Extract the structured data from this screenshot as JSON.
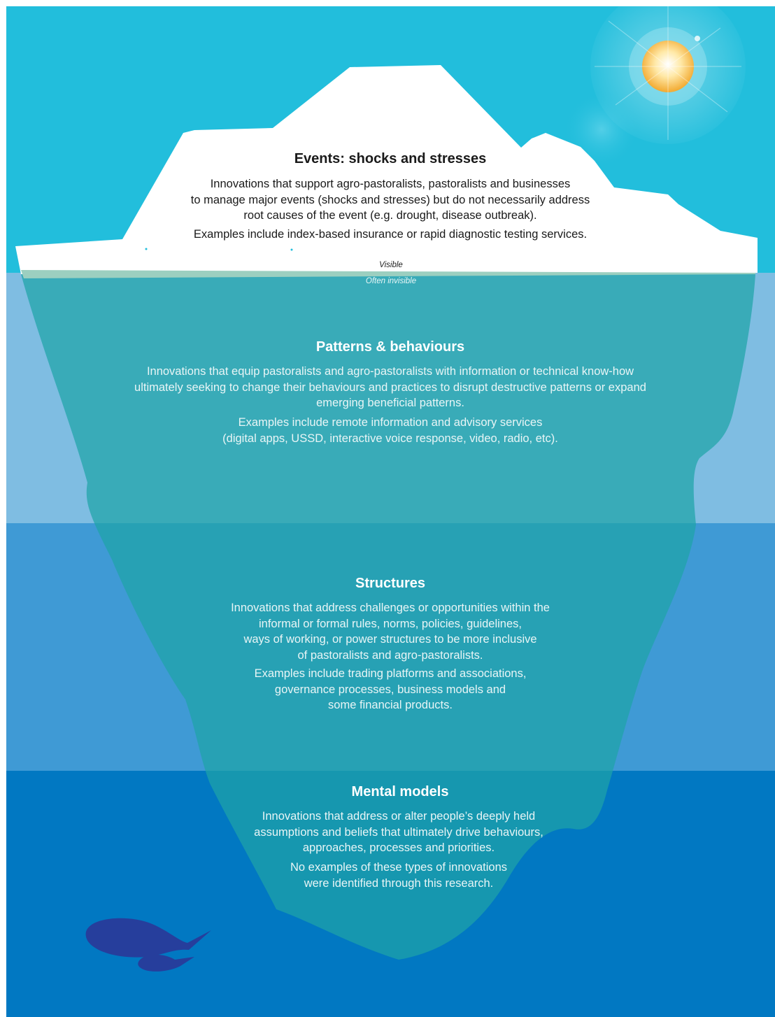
{
  "colors": {
    "sky": "#22bedc",
    "layer_patterns": "#7fbde2",
    "layer_structures": "#3f9ad5",
    "layer_mental": "#0178c2",
    "iceberg_above": "#ffffff",
    "iceberg_below": "#1fa0a6",
    "sun": "#f4b33b",
    "fish": "#263e9c"
  },
  "waterline": {
    "visible_label": "Visible",
    "invisible_label": "Often invisible"
  },
  "sections": {
    "events": {
      "title": "Events: shocks and stresses",
      "description": "Innovations that support agro-pastoralists, pastoralists and businesses\nto manage major events (shocks and stresses) but do not necessarily address\nroot causes of the event (e.g. drought, disease outbreak).",
      "examples": "Examples include index-based insurance or rapid diagnostic testing services."
    },
    "patterns": {
      "title": "Patterns & behaviours",
      "description": "Innovations that equip pastoralists and agro-pastoralists with information or technical know-how\nultimately seeking to change their behaviours and practices to disrupt destructive patterns or expand\nemerging beneficial patterns.",
      "examples": "Examples include remote information and advisory services\n(digital apps, USSD, interactive voice response, video, radio, etc)."
    },
    "structures": {
      "title": "Structures",
      "description": "Innovations that address challenges or opportunities within the\ninformal or formal rules, norms, policies, guidelines,\nways of working, or power structures to be more inclusive\nof pastoralists and agro-pastoralists.",
      "examples": "Examples include trading platforms and associations,\ngovernance processes, business models and\nsome financial products."
    },
    "mental_models": {
      "title": "Mental models",
      "description": "Innovations that address or alter people’s deeply held\nassumptions and beliefs that ultimately drive behaviours,\napproaches, processes and priorities.",
      "examples": "No examples of these types of innovations\nwere identified through this research."
    }
  }
}
